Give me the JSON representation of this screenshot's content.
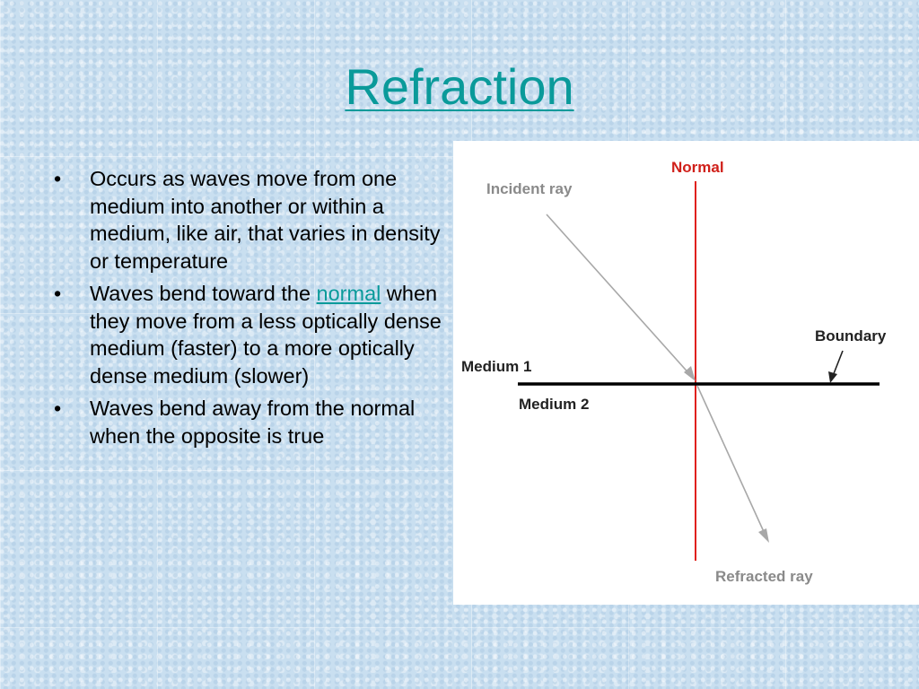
{
  "slide": {
    "title": "Refraction",
    "bullets": [
      {
        "pre": "Occurs as waves move from one medium into another or within a medium, like air, that varies  in density or temperature",
        "link": "",
        "post": ""
      },
      {
        "pre": "Waves bend toward the ",
        "link": "normal",
        "post": " when they move from a less optically dense medium (faster) to a more optically dense medium (slower)"
      },
      {
        "pre": "Waves bend away from the normal when the opposite is true",
        "link": "",
        "post": ""
      }
    ],
    "bullet_glyph": "•"
  },
  "diagram": {
    "labels": {
      "normal": "Normal",
      "incident": "Incident ray",
      "boundary": "Boundary",
      "medium1": "Medium 1",
      "medium2": "Medium 2",
      "refracted": "Refracted ray"
    },
    "colors": {
      "normal_line": "#e0201a",
      "normal_text": "#d0201a",
      "rays": "#a8a8a8",
      "gray_text": "#8a8a8a",
      "dark_text": "#222222",
      "boundary_line": "#000000"
    }
  }
}
